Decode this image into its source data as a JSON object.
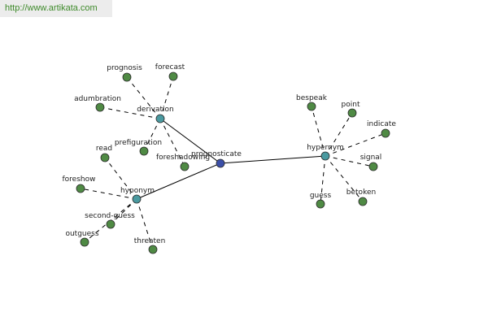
{
  "watermark": "http://www.artikata.com",
  "colors": {
    "leaf_fill": "#4f8a44",
    "hub_fill": "#4a9aa0",
    "center_fill": "#3b4fa8",
    "node_stroke": "#2b2b2b",
    "edge": "#000000"
  },
  "nodes": [
    {
      "id": "prognosticate",
      "label": "prognosticate",
      "kind": "center"
    },
    {
      "id": "derivation",
      "label": "derivation",
      "kind": "hub"
    },
    {
      "id": "hyponym",
      "label": "hyponym",
      "kind": "hub"
    },
    {
      "id": "hypernym",
      "label": "hypernym",
      "kind": "hub"
    },
    {
      "id": "prognosis",
      "label": "prognosis",
      "kind": "leaf"
    },
    {
      "id": "forecast",
      "label": "forecast",
      "kind": "leaf"
    },
    {
      "id": "adumbration",
      "label": "adumbration",
      "kind": "leaf"
    },
    {
      "id": "prefiguration",
      "label": "prefiguration",
      "kind": "leaf"
    },
    {
      "id": "foreshadowing",
      "label": "foreshadowing",
      "kind": "leaf"
    },
    {
      "id": "read",
      "label": "read",
      "kind": "leaf"
    },
    {
      "id": "foreshow",
      "label": "foreshow",
      "kind": "leaf"
    },
    {
      "id": "second-guess",
      "label": "second-guess",
      "kind": "leaf"
    },
    {
      "id": "outguess",
      "label": "outguess",
      "kind": "leaf"
    },
    {
      "id": "threaten",
      "label": "threaten",
      "kind": "leaf"
    },
    {
      "id": "bespeak",
      "label": "bespeak",
      "kind": "leaf"
    },
    {
      "id": "point",
      "label": "point",
      "kind": "leaf"
    },
    {
      "id": "indicate",
      "label": "indicate",
      "kind": "leaf"
    },
    {
      "id": "signal",
      "label": "signal",
      "kind": "leaf"
    },
    {
      "id": "betoken",
      "label": "betoken",
      "kind": "leaf"
    },
    {
      "id": "guess",
      "label": "guess",
      "kind": "leaf"
    }
  ],
  "edges": [
    {
      "from": "prognosticate",
      "to": "derivation",
      "style": "solid"
    },
    {
      "from": "prognosticate",
      "to": "hyponym",
      "style": "solid"
    },
    {
      "from": "prognosticate",
      "to": "hypernym",
      "style": "solid"
    },
    {
      "from": "derivation",
      "to": "prognosis",
      "style": "dashed"
    },
    {
      "from": "derivation",
      "to": "forecast",
      "style": "dashed"
    },
    {
      "from": "derivation",
      "to": "adumbration",
      "style": "dashed"
    },
    {
      "from": "derivation",
      "to": "prefiguration",
      "style": "dashed"
    },
    {
      "from": "derivation",
      "to": "foreshadowing",
      "style": "dashed"
    },
    {
      "from": "hyponym",
      "to": "read",
      "style": "dashed"
    },
    {
      "from": "hyponym",
      "to": "foreshow",
      "style": "dashed"
    },
    {
      "from": "hyponym",
      "to": "second-guess",
      "style": "dashed"
    },
    {
      "from": "hyponym",
      "to": "outguess",
      "style": "dashed"
    },
    {
      "from": "hyponym",
      "to": "threaten",
      "style": "dashed"
    },
    {
      "from": "hypernym",
      "to": "bespeak",
      "style": "dashed"
    },
    {
      "from": "hypernym",
      "to": "point",
      "style": "dashed"
    },
    {
      "from": "hypernym",
      "to": "indicate",
      "style": "dashed"
    },
    {
      "from": "hypernym",
      "to": "signal",
      "style": "dashed"
    },
    {
      "from": "hypernym",
      "to": "betoken",
      "style": "dashed"
    },
    {
      "from": "hypernym",
      "to": "guess",
      "style": "dashed"
    }
  ]
}
